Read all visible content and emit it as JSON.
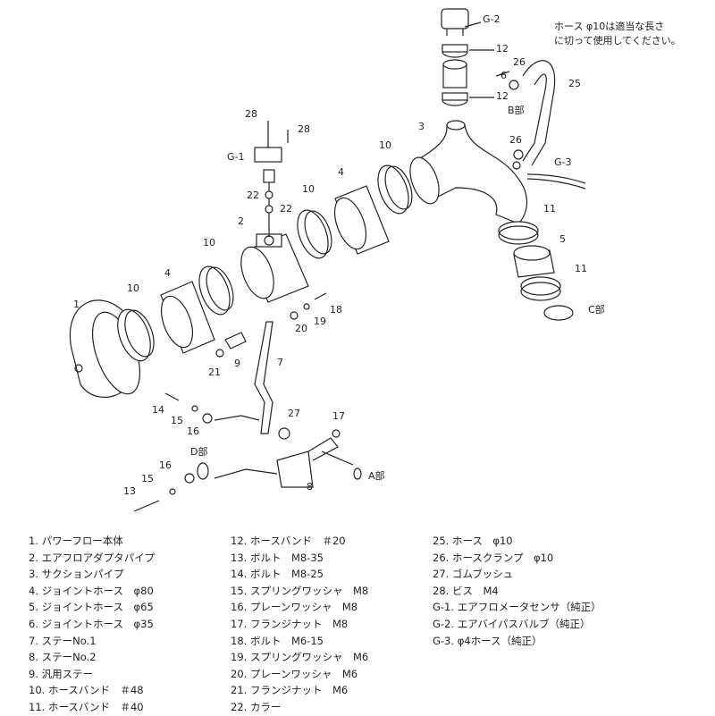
{
  "note": [
    "ホース φ10は適当な長さ",
    "に切って使用してください。"
  ],
  "callouts": {
    "g2": "G-2",
    "n12a": "12",
    "n6": "6",
    "n12b": "12",
    "n26a": "26",
    "n25": "25",
    "b_part": "B部",
    "n3": "3",
    "n26b": "26",
    "g3": "G-3",
    "n10a": "10",
    "n28a": "28",
    "n28b": "28",
    "g1": "G-1",
    "n4a": "4",
    "n10b": "10",
    "n22a": "22",
    "n22b": "22",
    "n2": "2",
    "n11a": "11",
    "n5": "5",
    "n11b": "11",
    "c_part": "C部",
    "n10c": "10",
    "n4b": "4",
    "n10d": "10",
    "n1": "1",
    "n18": "18",
    "n19": "19",
    "n20": "20",
    "n9": "9",
    "n7": "7",
    "n21": "21",
    "n14": "14",
    "n15a": "15",
    "n16a": "16",
    "n27": "27",
    "n17": "17",
    "d_part": "D部",
    "n16b": "16",
    "n15b": "15",
    "n13": "13",
    "n8": "8",
    "a_part": "A部"
  },
  "parts_list": {
    "col1": [
      "1. パワーフロー本体",
      "2. エアフロアダプタパイプ",
      "3. サクションパイプ",
      "4. ジョイントホース　φ80",
      "5. ジョイントホース　φ65",
      "6. ジョイントホース　φ35",
      "7. ステーNo.1",
      "8. ステーNo.2",
      "9. 汎用ステー",
      "10. ホースバンド　＃48",
      "11. ホースバンド　＃40"
    ],
    "col2": [
      "12. ホースバンド　＃20",
      "13. ボルト　M8-35",
      "14. ボルト　M8-25",
      "15. スプリングワッシャ　M8",
      "16. プレーンワッシャ　M8",
      "17. フランジナット　M8",
      "18. ボルト　M6-15",
      "19. スプリングワッシャ　M6",
      "20. プレーンワッシャ　M6",
      "21. フランジナット　M6",
      "22. カラー"
    ],
    "col3": [
      "25. ホース　φ10",
      "26. ホースクランプ　φ10",
      "27. ゴムブッシュ",
      "28. ビス　M4",
      "G-1. エアフロメータセンサ（純正）",
      "G-2. エアバイパスバルブ（純正）",
      "G-3. φ4ホース（純正）"
    ]
  }
}
